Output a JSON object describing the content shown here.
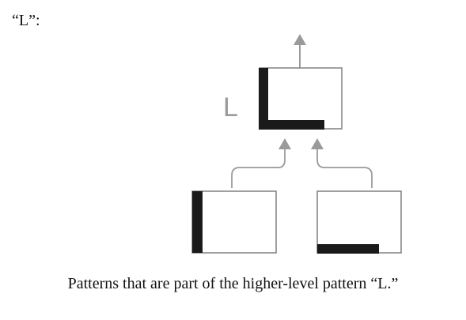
{
  "heading": "“L”:",
  "diagram": {
    "node_label": "L"
  },
  "caption": "Patterns that are part of the higher-level pattern “L.”",
  "colors": {
    "frame": "#808080",
    "bar": "#1a1a1a",
    "arrow": "#9a9a9a",
    "text": "#111111"
  }
}
